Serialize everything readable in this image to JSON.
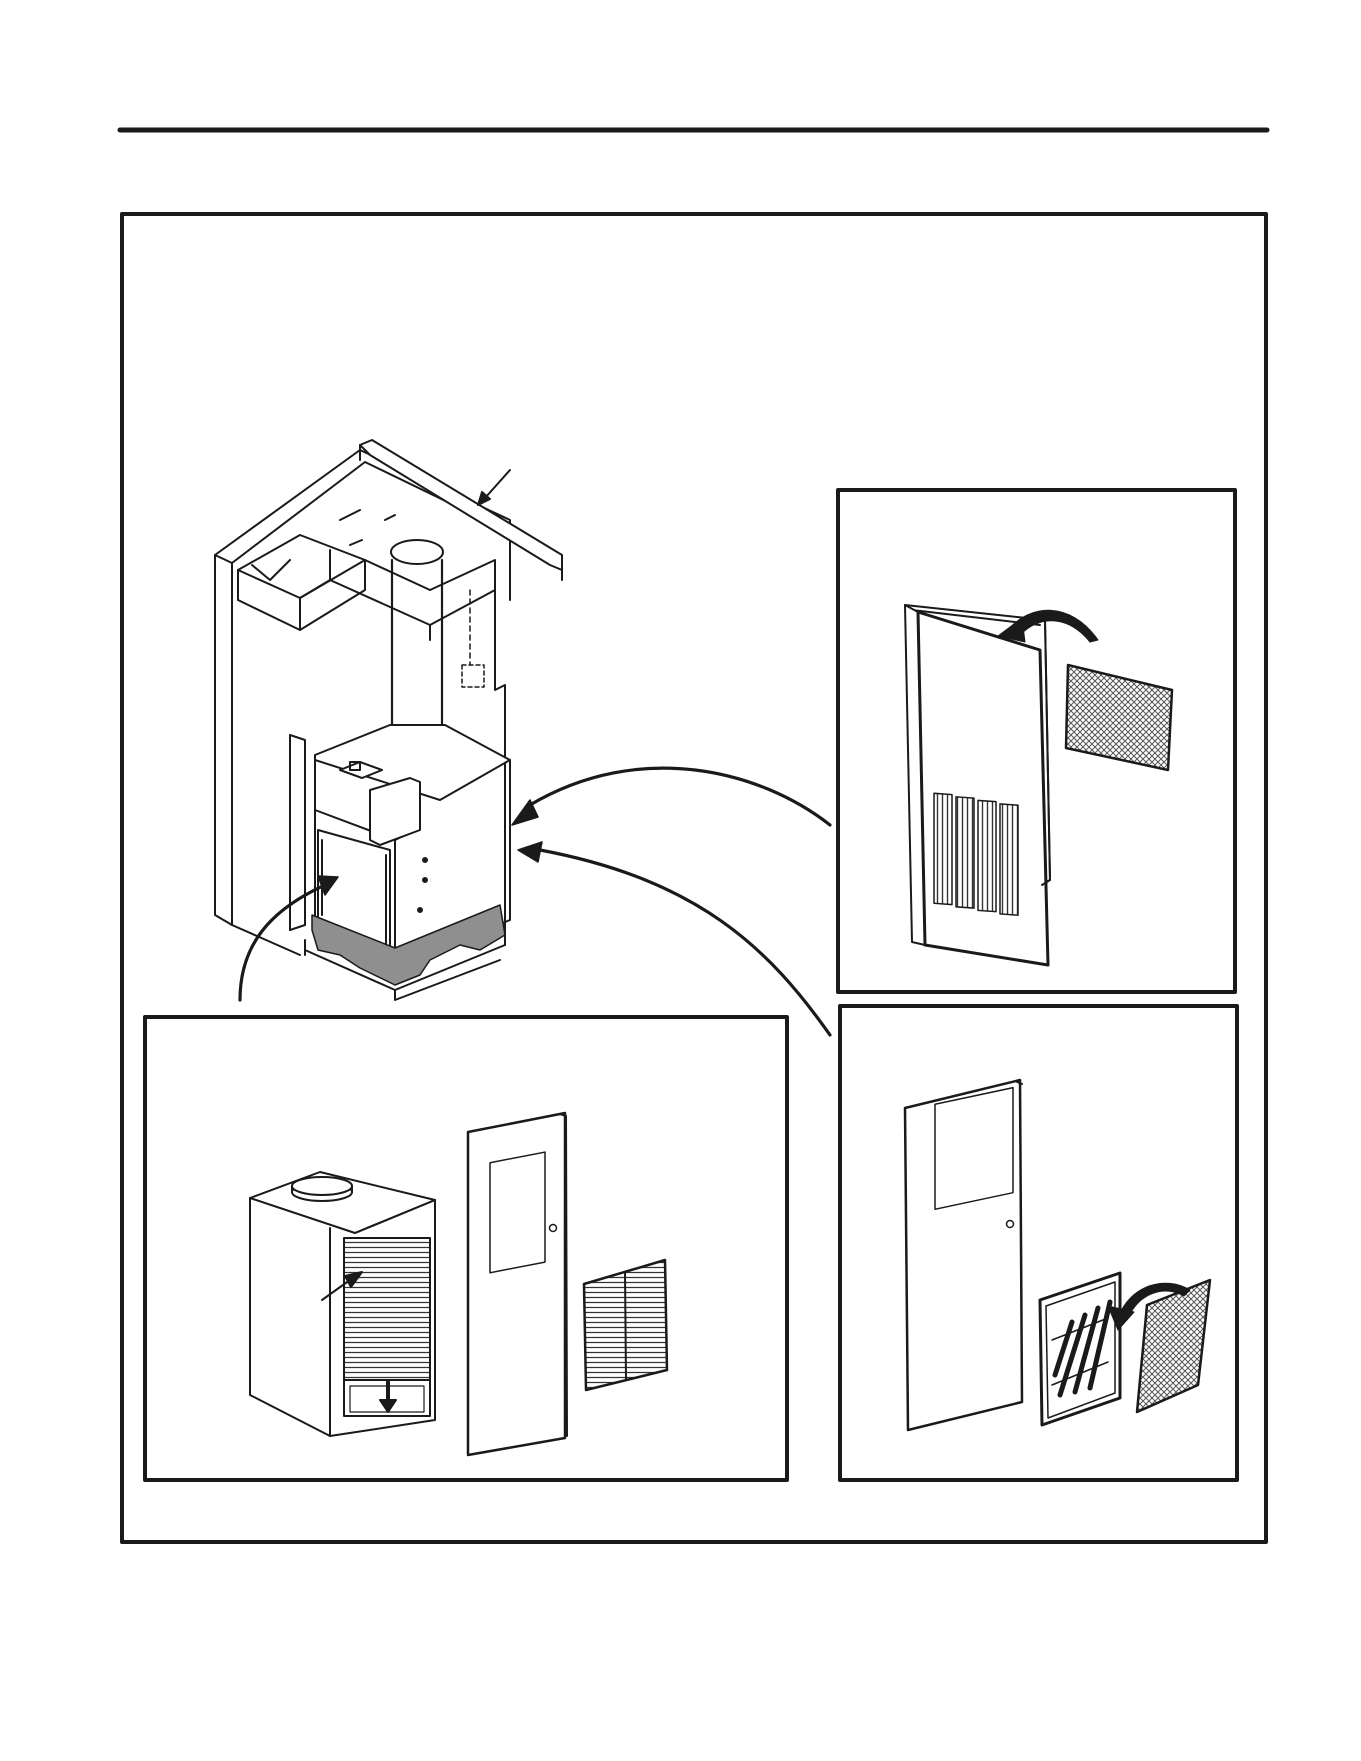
{
  "page": {
    "background": "#ffffff",
    "ink": "#1a1a1a",
    "gasket_shade": "#8f8f8f",
    "filter_mesh": "#555555"
  },
  "illustrations": [
    {
      "name": "closet-installation",
      "panel": "main"
    },
    {
      "name": "louvered-door-top-filter",
      "panel": "top-right-inset"
    },
    {
      "name": "filter-slide-behind-access-door",
      "panel": "bottom-left-inset"
    },
    {
      "name": "door-with-return-grille-filter",
      "panel": "bottom-right-inset"
    }
  ],
  "icons": [
    "leader-arrow-icon",
    "lift-arrow-icon",
    "slide-down-arrow-icon"
  ]
}
